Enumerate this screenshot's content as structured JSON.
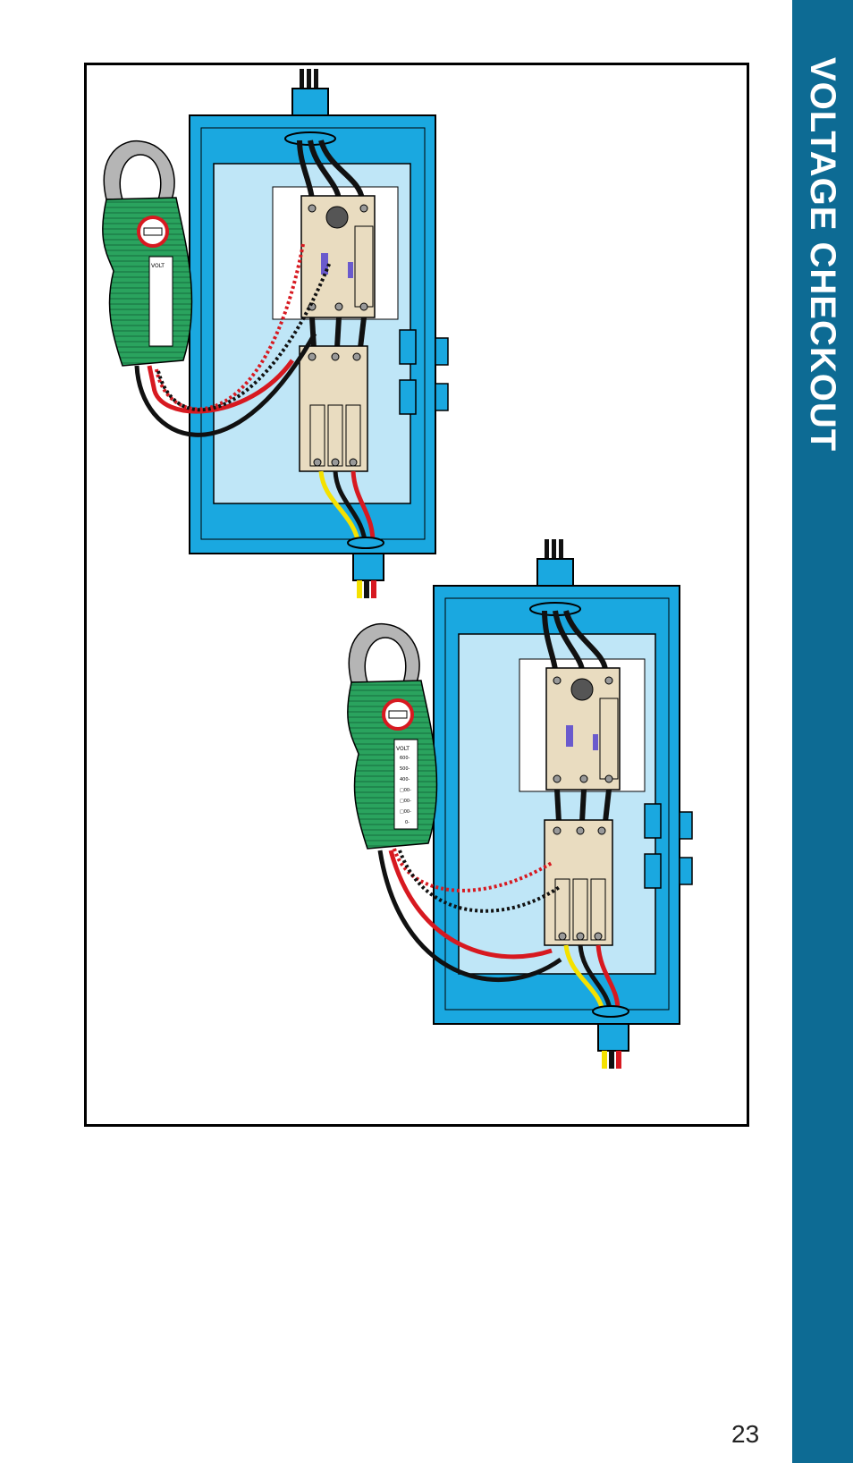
{
  "sidebar": {
    "title": "VOLTAGE CHECKOUT"
  },
  "page": {
    "number": "23"
  },
  "colors": {
    "sidebar_bg": "#0d6b94",
    "panel_blue": "#1aa8e0",
    "panel_inner": "#bfe6f7",
    "meter_green": "#2aa35e",
    "lead_red": "#d71920",
    "lead_black": "#111111",
    "wire_yellow": "#f5e100",
    "component_beige": "#e9dcc0"
  },
  "figure": {
    "meters": [
      {
        "label": "VOLT",
        "scale": []
      },
      {
        "label": "VOLT",
        "scale": [
          "600-",
          "500-",
          "400-",
          "□00-",
          "□00-",
          "□00-",
          "0-"
        ]
      }
    ]
  }
}
